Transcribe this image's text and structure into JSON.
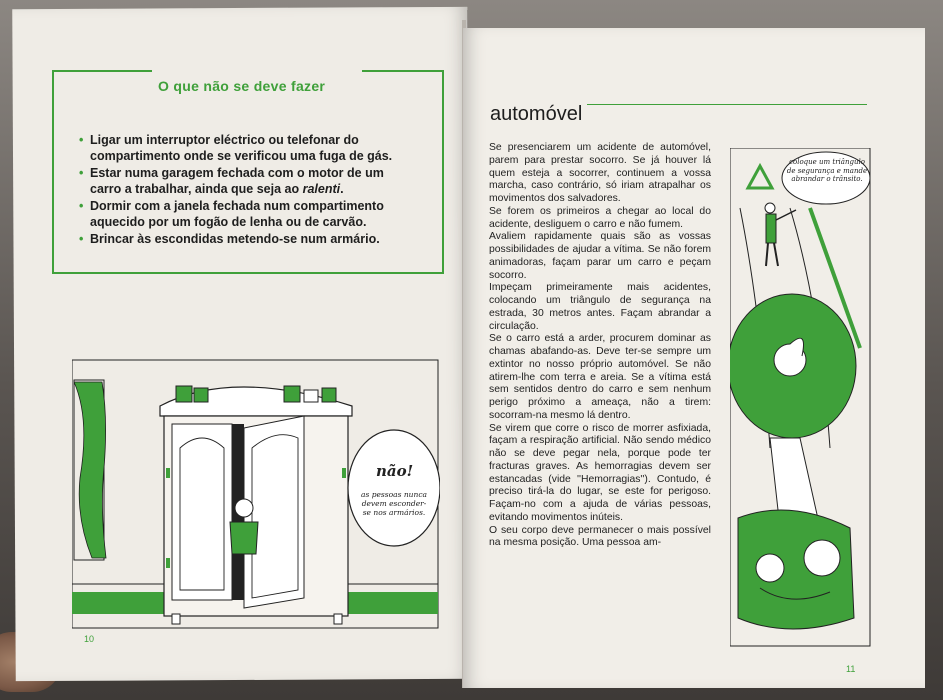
{
  "left_page": {
    "box_title": "O que não se deve fazer",
    "items": [
      {
        "text": "Ligar um interruptor eléctrico ou telefonar do compartimento onde se verificou uma fuga de gás."
      },
      {
        "text_before": "Estar numa garagem fechada com o motor de um carro a trabalhar, ainda que seja ao ",
        "text_em": "ralenti",
        "text_after": "."
      },
      {
        "text": "Dormir com a janela fechada num compartimento aquecido por um fogão de lenha ou de carvão."
      },
      {
        "text": "Brincar às escondidas metendo-se num armário."
      }
    ],
    "bullet": "•",
    "speech_bubble": {
      "exclaim": "não!",
      "caption": "as pessoas nunca devem esconder-se nos armários."
    },
    "page_number": "10"
  },
  "right_page": {
    "heading": "automóvel",
    "paragraphs": [
      "Se presenciarem um acidente de automóvel, parem para prestar socorro. Se já houver lá quem esteja a socorrer, continuem a vossa marcha, caso contrário, só iriam atrapalhar os movimentos dos salvadores.",
      "Se forem os primeiros a chegar ao local do acidente, desliguem o carro e não fumem.",
      "Avaliem rapidamente quais são as vossas possibilidades de ajudar a vítima. Se não forem animadoras, façam parar um carro e peçam socorro.",
      "Impeçam primeiramente mais acidentes, colocando um triângulo de segurança na estrada, 30 metros antes. Façam abrandar a circulação.",
      "Se o carro está a arder, procurem dominar as chamas abafando-as. Deve ter-se sempre um extintor no nosso próprio automóvel. Se não atirem-lhe com terra e areia. Se a vítima está sem sentidos dentro do carro e sem nenhum perigo próximo a ameaça, não a tirem: socorram-na mesmo lá dentro.",
      "Se virem que corre o risco de morrer asfixiada, façam a respiração artificial. Não sendo médico não se deve pegar nela, porque pode ter fracturas graves. As hemorragias devem ser estancadas (vide ''Hemorragias''). Contudo, é preciso tirá-la do lugar, se este for perigoso. Façam-no com a ajuda de várias pessoas, evitando movimentos inúteis.",
      "O seu corpo deve permanecer o mais possível na mesma posição. Uma pessoa am-"
    ],
    "speech_bubble": "coloque um triângulo de segurança e mande abrandar o trânsito.",
    "page_number": "11"
  },
  "colors": {
    "accent_green": "#3fa03a",
    "paper": "#efece6",
    "ink": "#1e1e1e"
  },
  "icons": [
    "warning-triangle-icon"
  ]
}
